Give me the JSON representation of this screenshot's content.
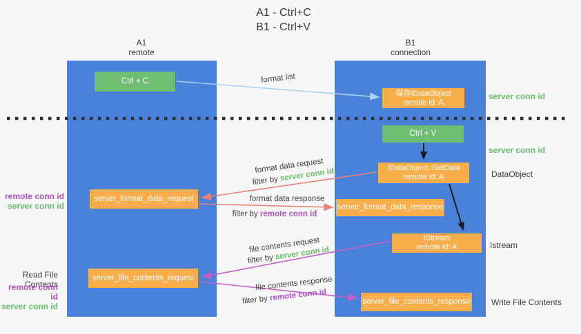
{
  "title": {
    "line1": "A1 - Ctrl+C",
    "line2": "B1 - Ctrl+V"
  },
  "columns": {
    "a1": {
      "id": "A1",
      "subtitle": "remote"
    },
    "b1": {
      "id": "B1",
      "subtitle": "connection"
    }
  },
  "boxes": {
    "ctrl_c": {
      "label": "Ctrl + C"
    },
    "save_idataobject": {
      "line1": "保存IDataObject",
      "line2": "remote id: A"
    },
    "ctrl_v": {
      "label": "Ctrl + V"
    },
    "getdata": {
      "line1": "IDataObject::GetData",
      "line2": "remote id: A"
    },
    "format_request": {
      "label": "server_format_data_request"
    },
    "format_response": {
      "label": "server_format_data_response"
    },
    "istream": {
      "line1": "IStream",
      "line2": "remote id: A"
    },
    "file_request": {
      "label": "server_file_contents_request"
    },
    "file_response": {
      "label": "server_file_contents_response"
    }
  },
  "right_labels": {
    "server_conn_id_top": "server conn id",
    "server_conn_id_mid": "server conn id",
    "dataobject": "DataObject",
    "istream": "Istream",
    "write_file_contents": "Write File Contents"
  },
  "left_labels": {
    "remote_conn_id_top": "remote conn id",
    "server_conn_id_top": "server conn id",
    "read_file_contents": "Read File Contents",
    "remote_conn_id_bottom": "remote conn id",
    "server_conn_id_bottom": "server conn id"
  },
  "flow_labels": {
    "format_list": "format list",
    "format_data_request": "format data request",
    "format_data_response": "format data response",
    "file_contents_request": "file contents request",
    "file_contents_response": "file contents response",
    "filter_by": "filter by",
    "server_conn_id": "server conn id",
    "remote_conn_id": "remote conn id"
  },
  "colors": {
    "column_blue": "#4a81d8",
    "box_green": "#6fbe73",
    "box_orange": "#f9ae4b",
    "arrow_lightblue": "#a9d3f2",
    "arrow_salmon": "#e8827a",
    "arrow_magenta": "#c25fc9",
    "arrow_black": "#1a1a1a",
    "dotted_line": "#2d2d2d",
    "label_green": "#67bd6b",
    "label_purple": "#b04fc6"
  }
}
